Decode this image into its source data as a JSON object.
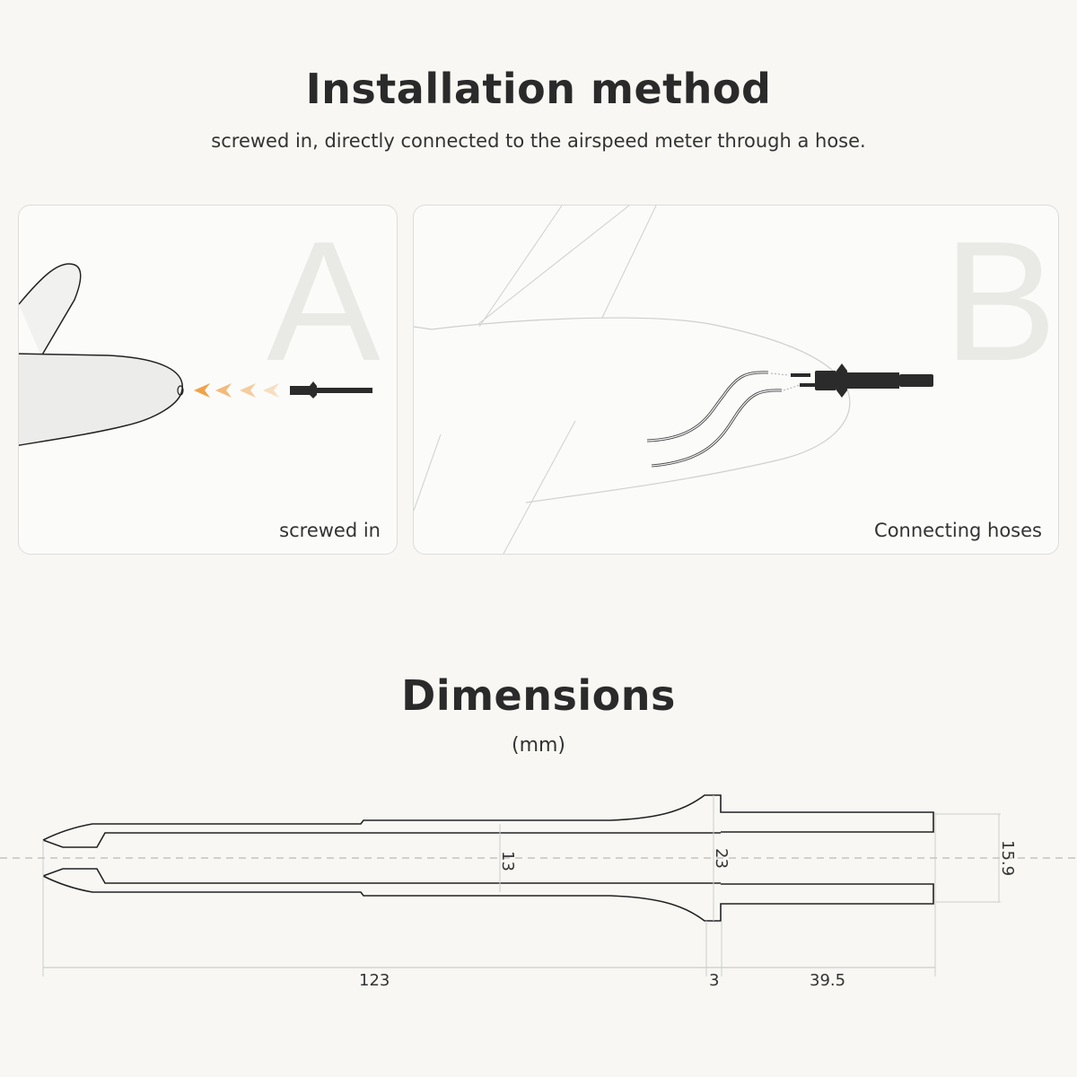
{
  "installation": {
    "title": "Installation method",
    "subtitle": "screwed in, directly connected to the airspeed meter through a hose.",
    "panels": [
      {
        "letter": "A",
        "caption": "screwed in",
        "illustration": "aircraft-nose-with-probe-and-arrows"
      },
      {
        "letter": "B",
        "caption": "Connecting hoses",
        "illustration": "aircraft-nose-with-probe-and-hoses"
      }
    ],
    "arrow_color": "#f0a24a"
  },
  "dimensions": {
    "title": "Dimensions",
    "unit": "(mm)",
    "labels": {
      "inner_diameter": "13",
      "flange_diameter": "23",
      "end_diameter": "15.9",
      "length_main": "123",
      "length_flange": "3",
      "length_end": "39.5"
    }
  }
}
